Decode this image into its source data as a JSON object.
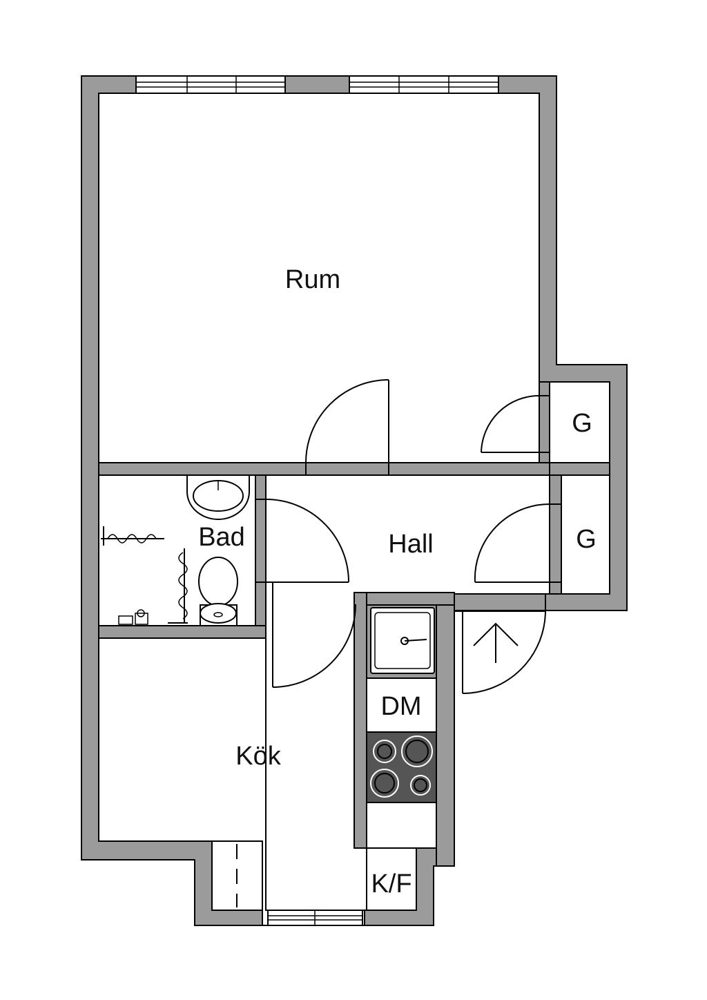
{
  "rooms": {
    "rum": "Rum",
    "bad": "Bad",
    "hall": "Hall",
    "kok": "Kök",
    "closet_upper": "G",
    "closet_lower": "G"
  },
  "appliances": {
    "dishwasher": "DM",
    "fridge_freezer": "K/F"
  },
  "colors": {
    "wall": "#9b9b9b",
    "stove": "#555555",
    "line": "#000000"
  }
}
